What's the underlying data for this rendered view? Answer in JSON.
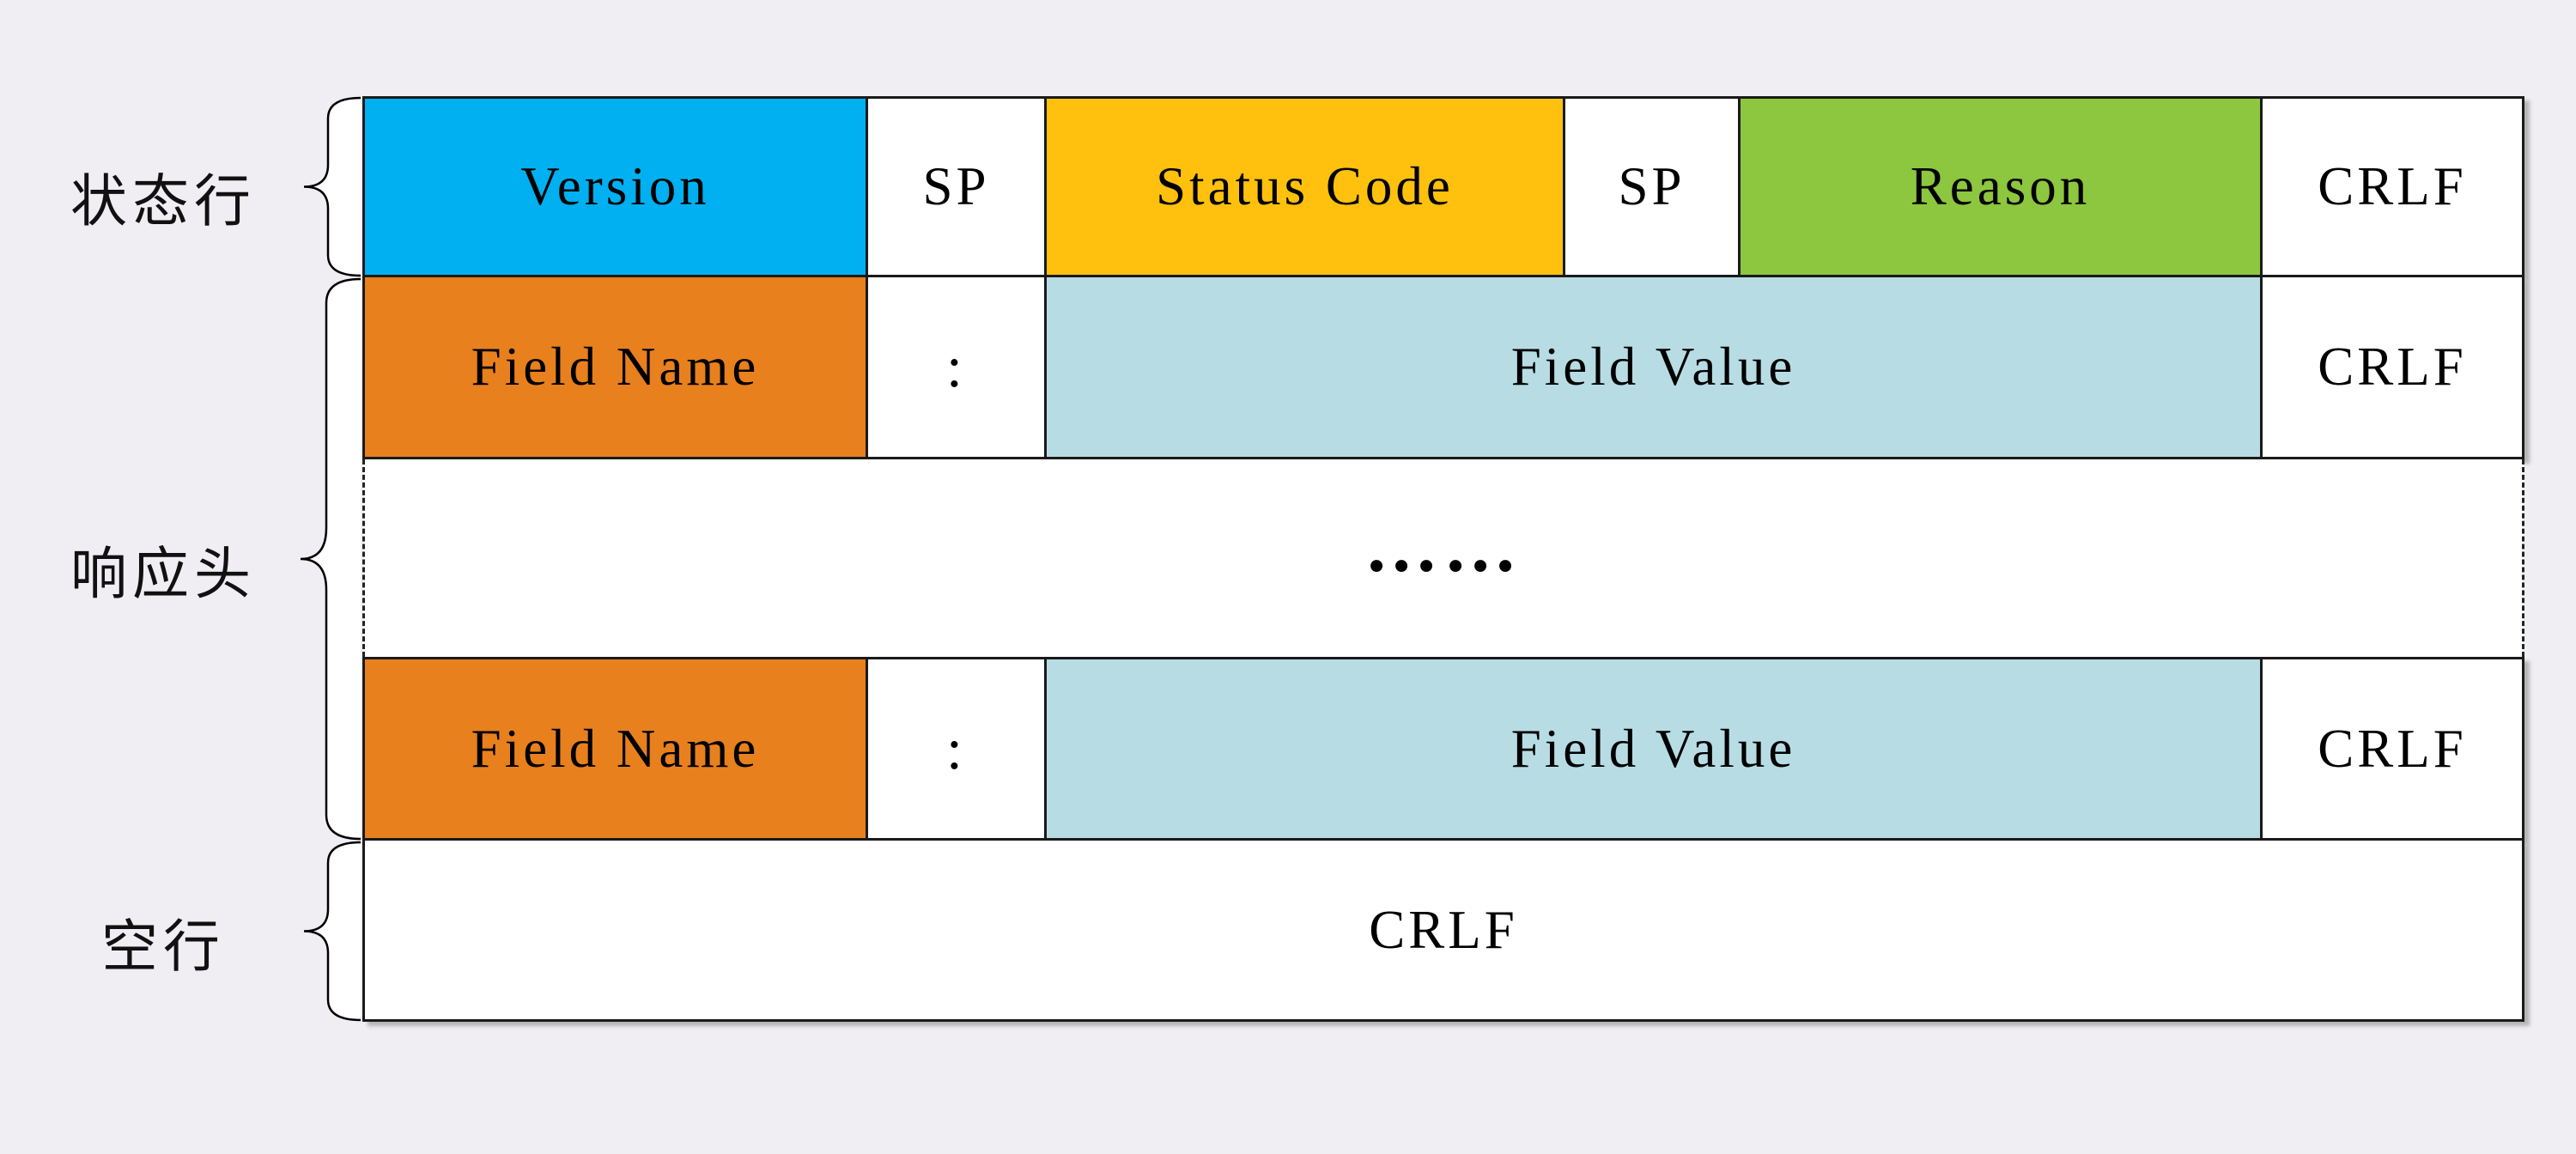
{
  "canvas": {
    "bg": "#F0EEF2",
    "border_color": "#1A1A1A"
  },
  "palette": {
    "version_blue": "#00B0F0",
    "status_code_yellow": "#FFC10D",
    "reason_green": "#8DC63F",
    "field_name_orange": "#E8801E",
    "field_value_lightblue": "#B8DCE4",
    "cell_white": "#FFFFFF"
  },
  "side_labels": {
    "status_line": "状态行",
    "response_headers": "响应头",
    "blank_line": "空行"
  },
  "table": {
    "status_row": {
      "cells": [
        {
          "label": "Version",
          "bg": "#00B0F0"
        },
        {
          "label": "SP",
          "bg": "#FFFFFF"
        },
        {
          "label": "Status Code",
          "bg": "#FFC10D"
        },
        {
          "label": "SP",
          "bg": "#FFFFFF"
        },
        {
          "label": "Reason",
          "bg": "#8DC63F"
        },
        {
          "label": "CRLF",
          "bg": "#FFFFFF"
        }
      ]
    },
    "header_row_first": {
      "cells": [
        {
          "label": "Field Name",
          "bg": "#E8801E"
        },
        {
          "label": ":",
          "bg": "#FFFFFF"
        },
        {
          "label": "Field Value",
          "bg": "#B8DCE4"
        },
        {
          "label": "CRLF",
          "bg": "#FFFFFF"
        }
      ]
    },
    "ellipsis_row": {
      "label": "……"
    },
    "header_row_last": {
      "cells": [
        {
          "label": "Field Name",
          "bg": "#E8801E"
        },
        {
          "label": ":",
          "bg": "#FFFFFF"
        },
        {
          "label": "Field Value",
          "bg": "#B8DCE4"
        },
        {
          "label": "CRLF",
          "bg": "#FFFFFF"
        }
      ]
    },
    "blank_row": {
      "label": "CRLF"
    }
  }
}
